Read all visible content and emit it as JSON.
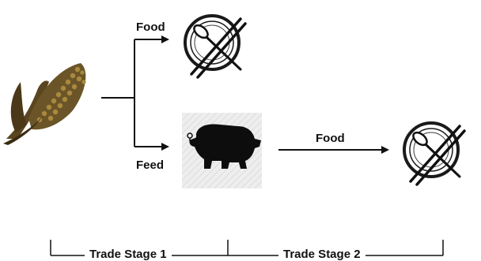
{
  "labels": {
    "food_top": "Food",
    "feed": "Feed",
    "food_right": "Food"
  },
  "stages": {
    "stage1": "Trade Stage 1",
    "stage2": "Trade Stage 2"
  },
  "icons": {
    "source": "corn-icon",
    "intermediate": "pig-icon",
    "destination": "plate-with-spoon-and-chopsticks-icon"
  }
}
